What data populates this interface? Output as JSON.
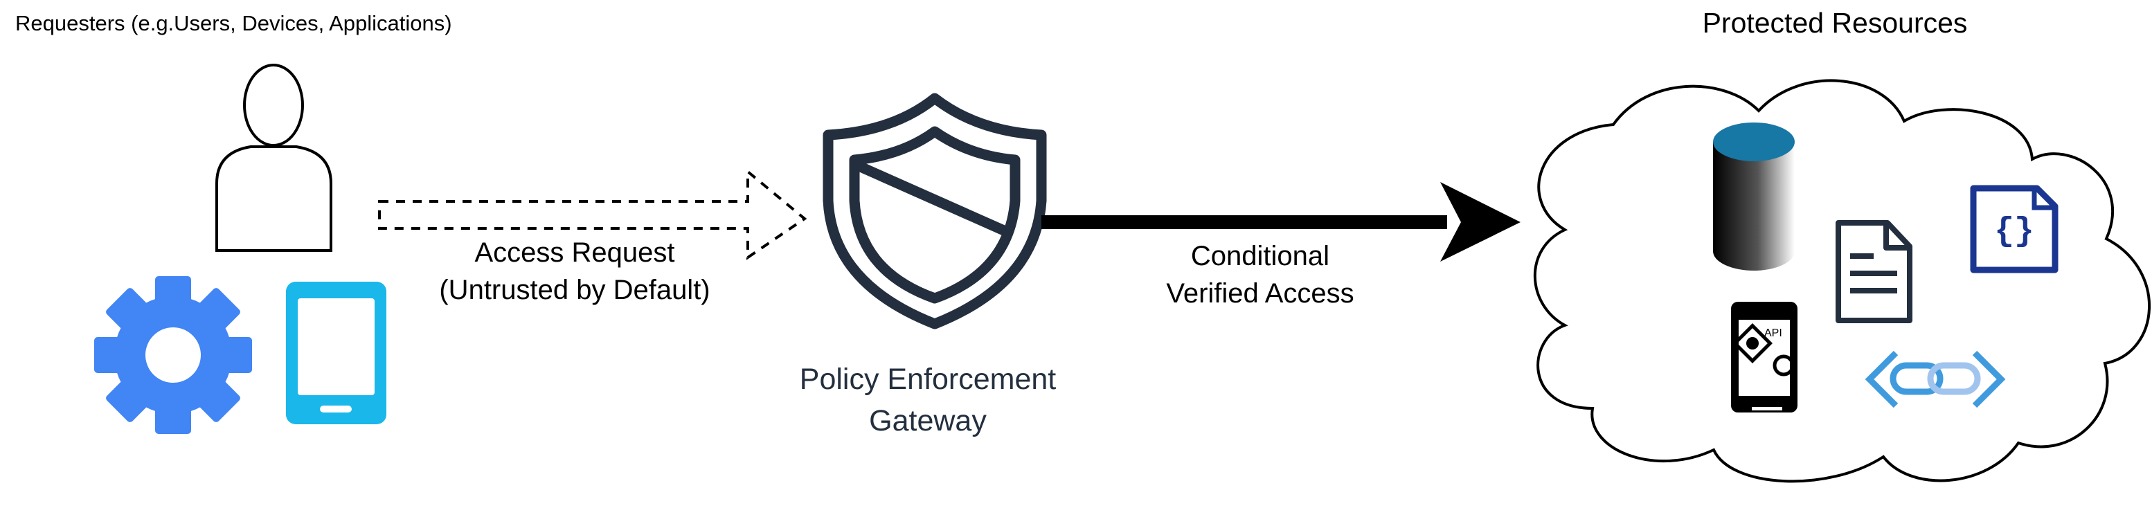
{
  "requesters": {
    "title": "Requesters (e.g.Users, Devices, Applications)",
    "icons": [
      "user-icon",
      "gear-icon",
      "mobile-phone-icon"
    ]
  },
  "access_request": {
    "line1": "Access Request",
    "line2": "(Untrusted by Default)"
  },
  "gateway": {
    "line1": "Policy Enforcement",
    "line2": "Gateway",
    "icon": "shield-icon",
    "color": "#232f3e"
  },
  "verified_access": {
    "line1": "Conditional",
    "line2": "Verified Access"
  },
  "resources": {
    "title": "Protected Resources",
    "icons": [
      "database-icon",
      "document-icon",
      "json-file-icon",
      "api-icon",
      "link-icon"
    ]
  },
  "colors": {
    "gear": "#4285f4",
    "phone": "#1ab7ea",
    "database_top": "#1777a5",
    "json_icon": "#1b3691",
    "link_blue": "#3f9bde",
    "link_light": "#a0c4ee"
  }
}
